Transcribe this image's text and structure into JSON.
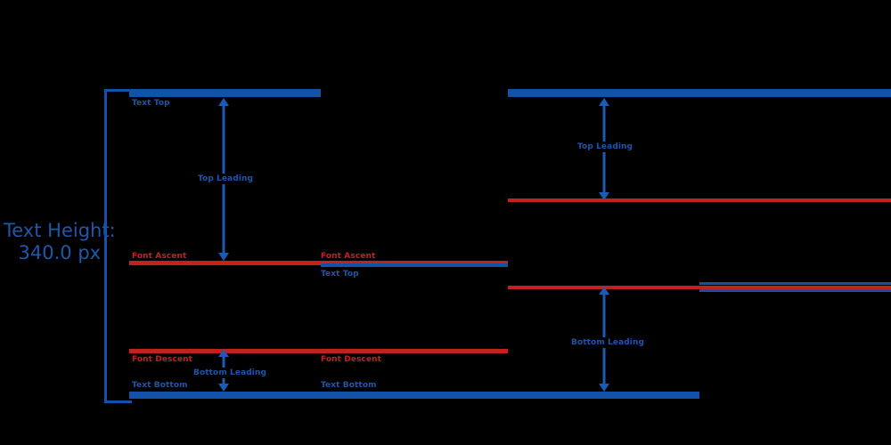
{
  "diagram": {
    "type": "typography-metrics-diagram",
    "background": "#000000",
    "colors": {
      "blue": "#1252A8",
      "blue_text": "#1F55A8",
      "blue_arrow": "#1B5BB5",
      "red": "#C4201C",
      "title_blue": "#2157A8"
    },
    "title": {
      "line1": "Text Height:",
      "line2": "340.0 px"
    },
    "left_group": {
      "name": "left-metrics-group",
      "labels": {
        "text_top": "Text Top",
        "top_leading": "Top Leading",
        "font_ascent": "Font Ascent",
        "font_descent": "Font Descent",
        "bottom_leading": "Bottom Leading",
        "text_bottom": "Text Bottom"
      }
    },
    "middle_group": {
      "name": "middle-metrics-group",
      "labels": {
        "font_ascent": "Font Ascent",
        "text_top": "Text Top",
        "font_descent": "Font Descent",
        "text_bottom": "Text Bottom"
      }
    },
    "right_group": {
      "name": "right-metrics-group",
      "labels": {
        "top_leading": "Top Leading",
        "bottom_leading": "Bottom Leading"
      }
    }
  }
}
